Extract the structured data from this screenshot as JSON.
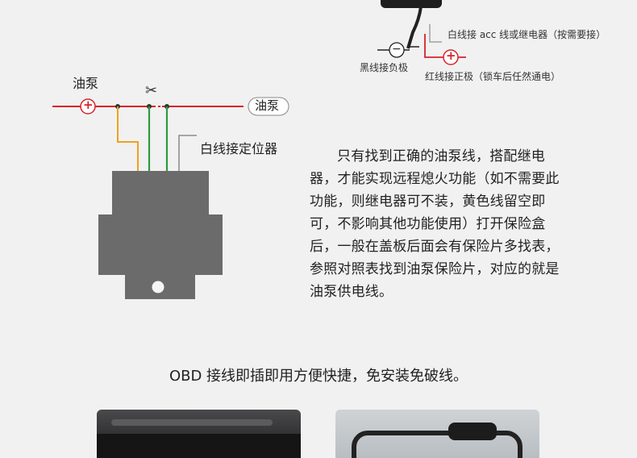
{
  "labels": {
    "white_acc": "白线接 acc 线或继电器（按需要接）",
    "black_neg": "黑线接负极",
    "red_pos": "红线接正极（锁车后任然通电）",
    "pump_left": "油泵",
    "pump_right": "油泵",
    "white_locator": "白线接定位器"
  },
  "symbols": {
    "plus": "+",
    "minus": "−",
    "scissors": "✂"
  },
  "description": "只有找到正确的油泵线，搭配继电器，才能实现远程熄火功能（如不需要此功能，则继电器可不装，黄色线留空即可，不影响其他功能使用）打开保险盒后，一般在盖板后面会有保险片多找表，参照对照表找到油泵保险片，对应的就是油泵供电线。",
  "obd_text": "OBD 接线即插即用方便快捷，免安装免破线。",
  "colors": {
    "wire_red": "#d8232a",
    "wire_green": "#2e9a3c",
    "wire_yellow": "#f0a020",
    "wire_gray": "#9a9a9a",
    "wire_black": "#222222",
    "relay_body": "#6b6b6b"
  }
}
